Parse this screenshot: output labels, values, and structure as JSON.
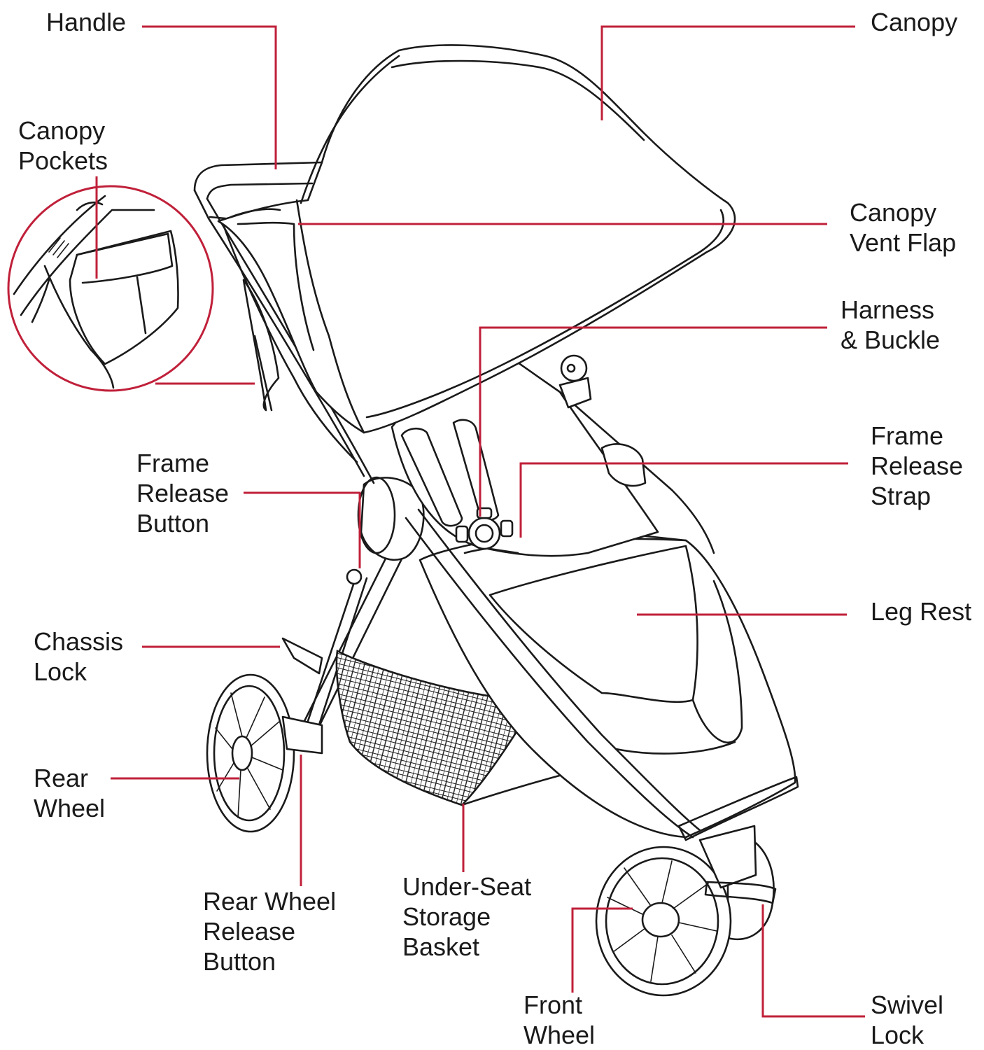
{
  "colors": {
    "leader": "#c0203a",
    "line_art": "#1a1a1a",
    "background": "#ffffff"
  },
  "labels": {
    "handle": [
      "Handle"
    ],
    "canopy": [
      "Canopy"
    ],
    "canopy_pockets": [
      "Canopy",
      "Pockets"
    ],
    "canopy_vent_flap": [
      "Canopy",
      "Vent Flap"
    ],
    "harness_buckle": [
      "Harness",
      "& Buckle"
    ],
    "frame_release_button": [
      "Frame",
      "Release",
      "Button"
    ],
    "frame_release_strap": [
      "Frame",
      "Release",
      "Strap"
    ],
    "leg_rest": [
      "Leg Rest"
    ],
    "chassis_lock": [
      "Chassis",
      "Lock"
    ],
    "rear_wheel": [
      "Rear",
      "Wheel"
    ],
    "rear_wheel_release_button": [
      "Rear Wheel",
      "Release",
      "Button"
    ],
    "under_seat_storage_basket": [
      "Under-Seat",
      "Storage",
      "Basket"
    ],
    "front_wheel": [
      "Front",
      "Wheel"
    ],
    "swivel_lock": [
      "Swivel",
      "Lock"
    ]
  }
}
